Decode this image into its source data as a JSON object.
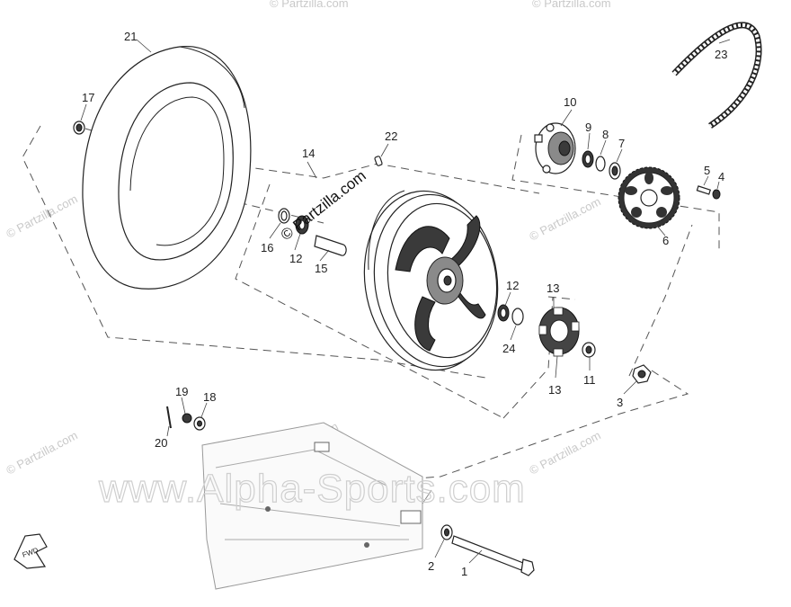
{
  "labels": [
    {
      "id": "21",
      "text": "21"
    },
    {
      "id": "17",
      "text": "17"
    },
    {
      "id": "14",
      "text": "14"
    },
    {
      "id": "22",
      "text": "22"
    },
    {
      "id": "16",
      "text": "16"
    },
    {
      "id": "12a",
      "text": "12"
    },
    {
      "id": "15",
      "text": "15"
    },
    {
      "id": "10",
      "text": "10"
    },
    {
      "id": "9",
      "text": "9"
    },
    {
      "id": "8",
      "text": "8"
    },
    {
      "id": "7",
      "text": "7"
    },
    {
      "id": "5",
      "text": "5"
    },
    {
      "id": "4",
      "text": "4"
    },
    {
      "id": "6",
      "text": "6"
    },
    {
      "id": "23",
      "text": "23"
    },
    {
      "id": "12b",
      "text": "12"
    },
    {
      "id": "13a",
      "text": "13"
    },
    {
      "id": "24",
      "text": "24"
    },
    {
      "id": "13b",
      "text": "13"
    },
    {
      "id": "11",
      "text": "11"
    },
    {
      "id": "3",
      "text": "3"
    },
    {
      "id": "19",
      "text": "19"
    },
    {
      "id": "18",
      "text": "18"
    },
    {
      "id": "20",
      "text": "20"
    },
    {
      "id": "2",
      "text": "2"
    },
    {
      "id": "1",
      "text": "1"
    }
  ],
  "watermarks": {
    "partzilla": "© Partzilla.com",
    "alpha": "www.Alpha-Sports.com"
  },
  "fwd_label": "FWD"
}
